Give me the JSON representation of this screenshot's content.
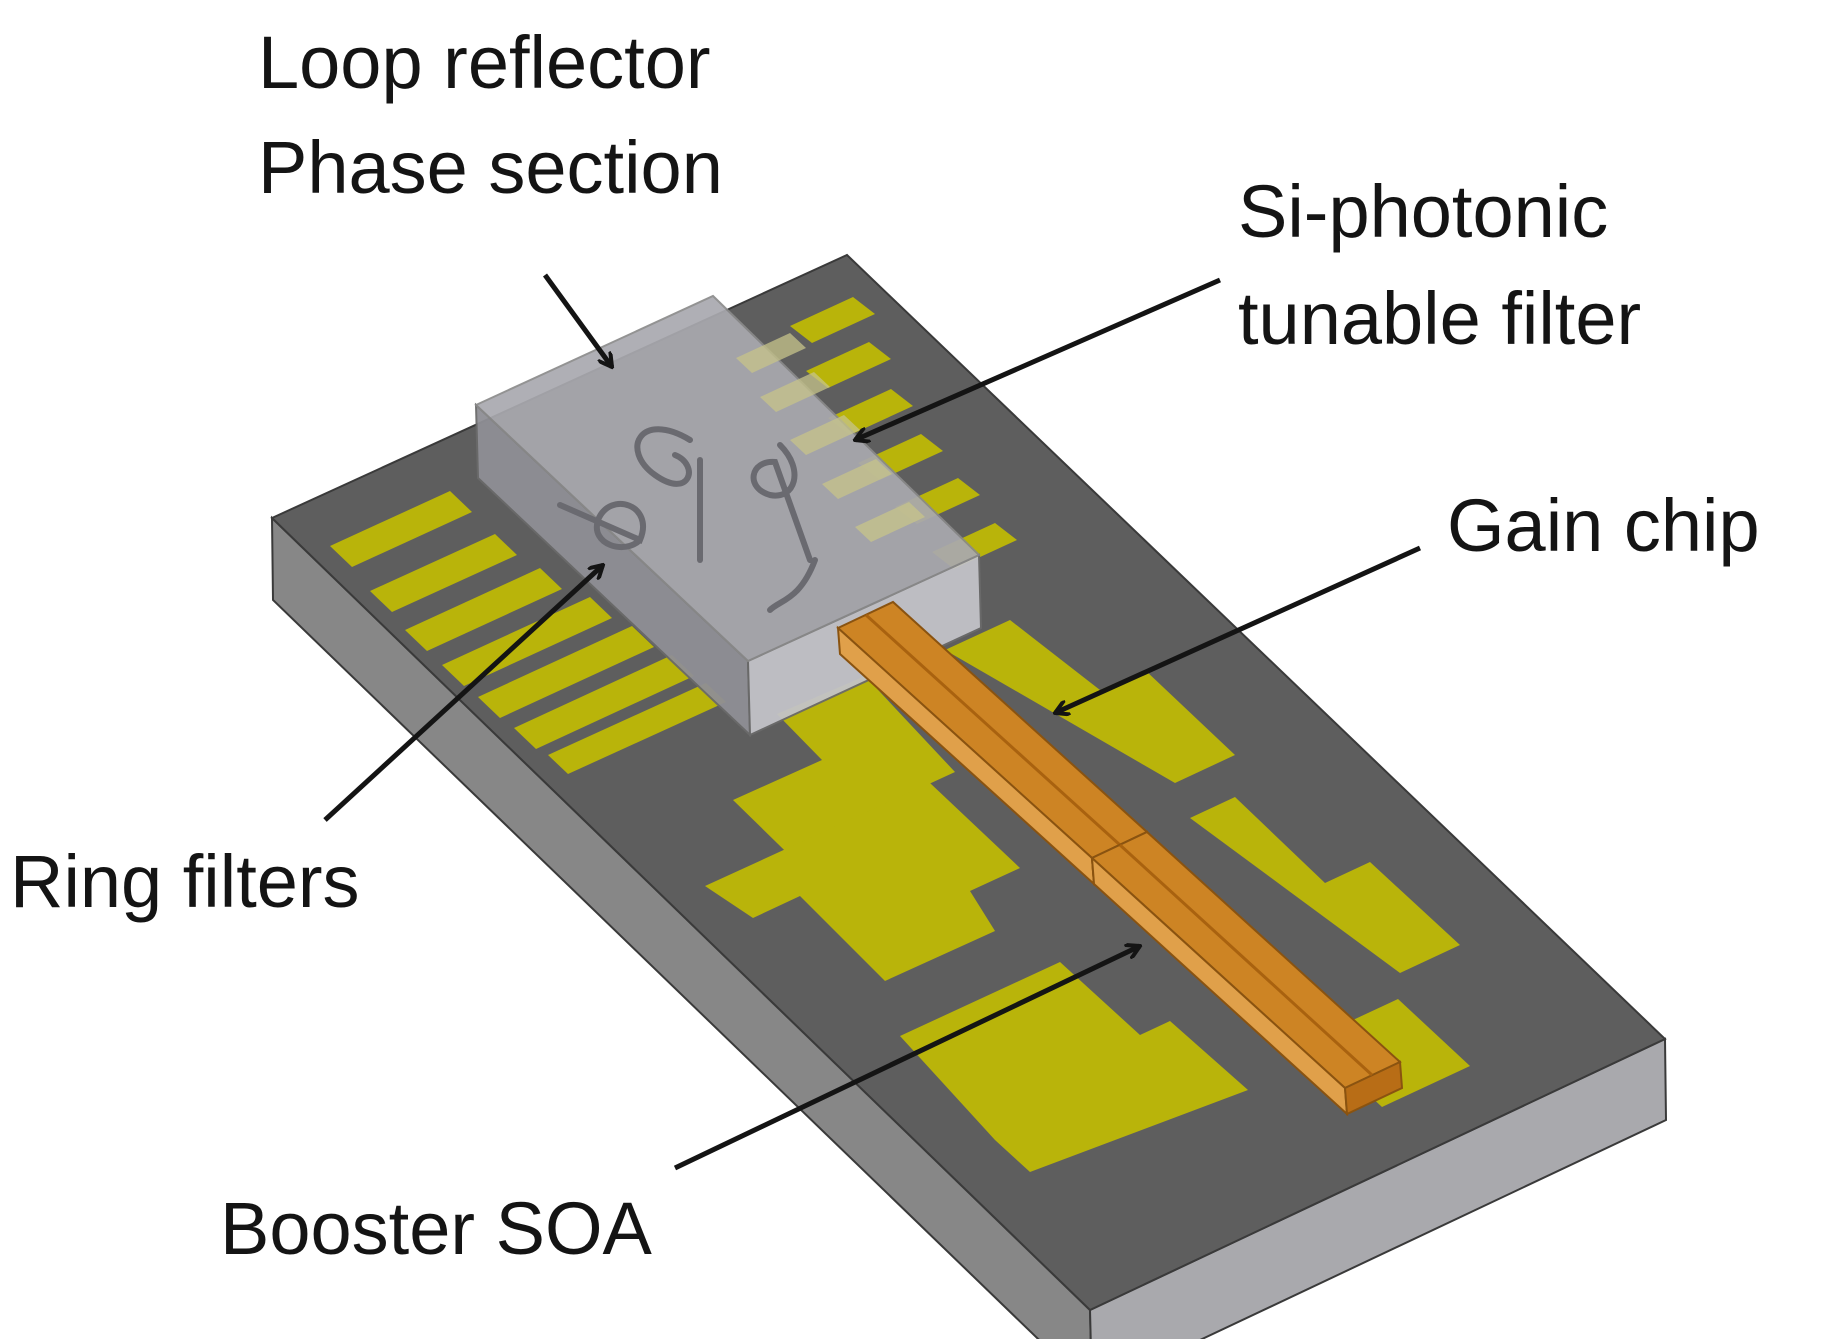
{
  "title": "",
  "labels": {
    "loop_reflector": "Loop reflector",
    "phase_section": "Phase section",
    "si_photonic_line1": "Si-photonic",
    "si_photonic_line2": "tunable filter",
    "gain_chip": "Gain chip",
    "ring_filters": "Ring filters",
    "booster_soa": "Booster SOA"
  },
  "colors": {
    "submount_top": "#5e5e5e",
    "submount_left_side": "#878787",
    "submount_front_side": "#a9a9ad",
    "gold_pad": "#b9b40a",
    "si_chip": "#a9a9af",
    "gain_chip": "#cd8424",
    "text": "#141414"
  }
}
